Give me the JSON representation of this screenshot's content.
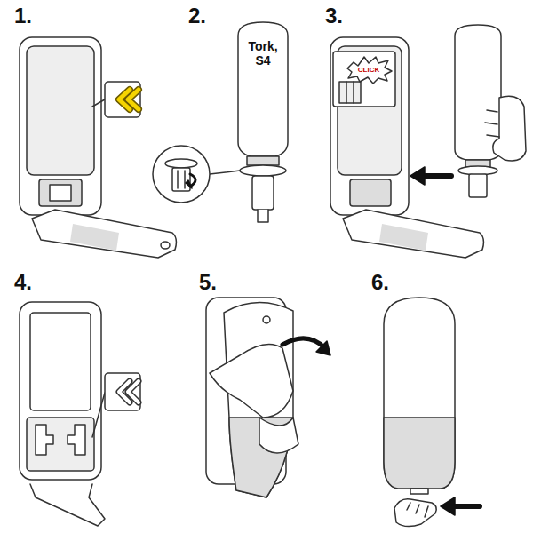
{
  "diagram": {
    "nodes": [
      {
        "text": [
          "Tork, S4"
        ]
      }
    ],
    "labels": [
      "1.",
      "2.",
      "3.",
      "4.",
      "5.",
      "6.",
      "CLICK"
    ]
  }
}
